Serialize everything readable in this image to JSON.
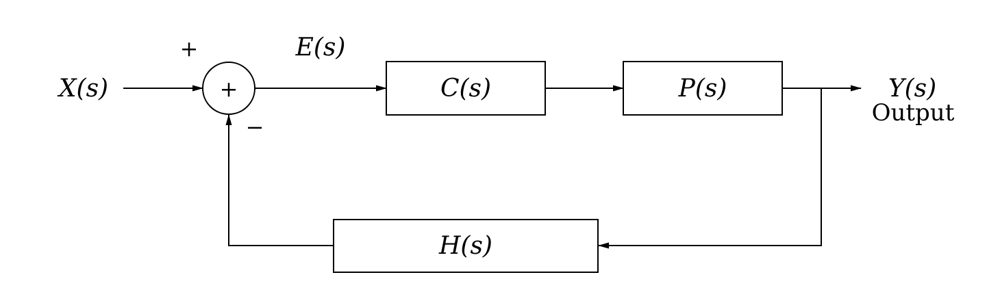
{
  "diagram": {
    "input_label": "X(s)",
    "error_label": "E(s)",
    "output_label": "Y(s)",
    "output_caption": "Output",
    "summing_junction": {
      "symbol": "+",
      "plus_sign": "+",
      "minus_sign": "−"
    },
    "blocks": {
      "controller": "C(s)",
      "plant": "P(s)",
      "feedback": "H(s)"
    }
  }
}
